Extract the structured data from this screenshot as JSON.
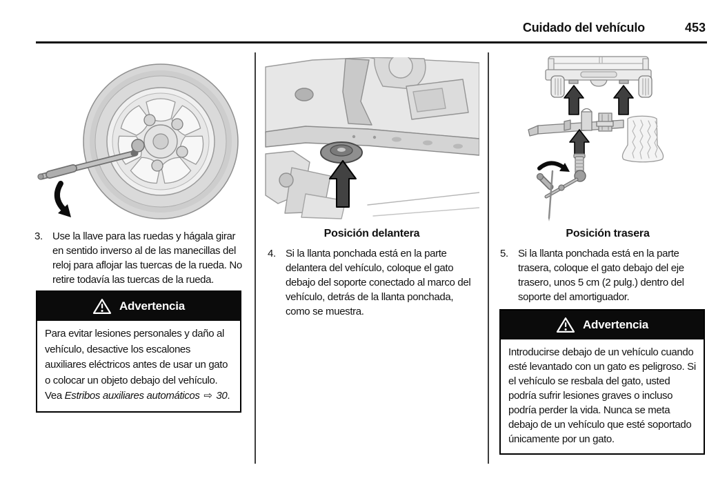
{
  "header": {
    "section_title": "Cuidado del vehículo",
    "page_number": "453"
  },
  "icons": {
    "warning_triangle": "warning-triangle",
    "reference_arrow_glyph": "⇨"
  },
  "columns": [
    {
      "figure_name": "wheel-lug-wrench-illustration",
      "step": {
        "number": "3.",
        "text": "Use la llave para las ruedas y hágala girar en sentido inverso al de las manecillas del reloj para aflojar las tuercas de la rueda. No retire todavía las tuercas de la rueda."
      },
      "warning": {
        "title": "Advertencia",
        "body_start": "Para evitar lesiones personales y daño al vehículo, desactive los escalones auxiliares eléctricos antes de usar un gato o colocar un objeto debajo del vehículo. Vea ",
        "reference_title": "Estribos auxiliares automáticos",
        "reference_arrow": "⇨",
        "reference_page": "30",
        "body_end": "."
      }
    },
    {
      "figure_name": "front-jacking-point-illustration",
      "caption": "Posición delantera",
      "step": {
        "number": "4.",
        "text": "Si la llanta ponchada está en la parte delantera del vehículo, coloque el gato debajo del soporte conectado al marco del vehículo, detrás de la llanta ponchada, como se muestra."
      }
    },
    {
      "figure_name": "rear-jacking-point-illustration",
      "caption": "Posición trasera",
      "step": {
        "number": "5.",
        "text": "Si la llanta ponchada está en la parte trasera, coloque el gato debajo del eje trasero, unos 5 cm (2 pulg.) dentro del soporte del amortiguador."
      },
      "warning": {
        "title": "Advertencia",
        "body": "Introducirse debajo de un vehículo cuando esté levantado con un gato es peligroso. Si el vehículo se resbala del gato, usted podría sufrir lesiones graves o incluso podría perder la vida. Nunca se meta debajo de un vehículo que esté soportado únicamente por un gato."
      }
    }
  ]
}
